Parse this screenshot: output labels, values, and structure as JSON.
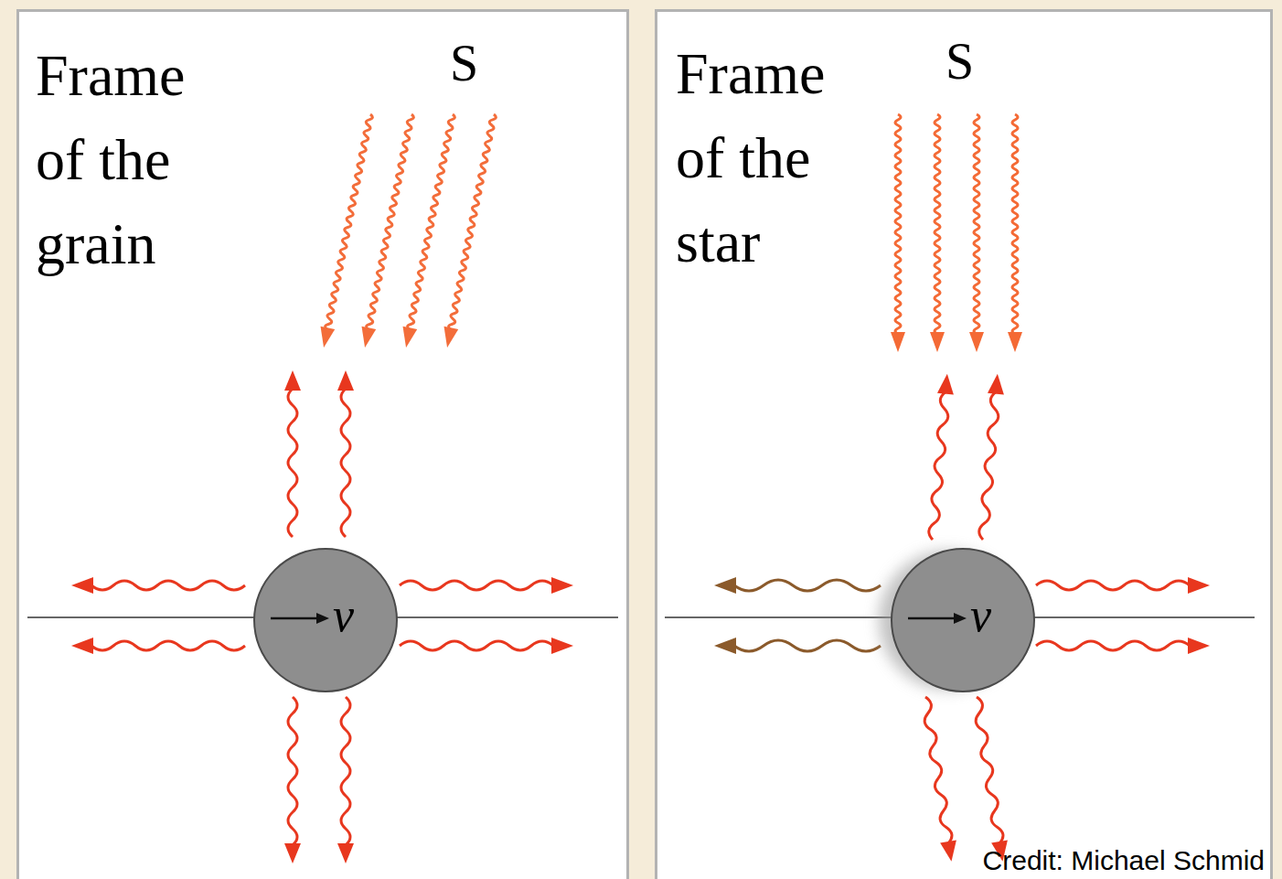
{
  "diagram": {
    "nodes": [
      {
        "text": [
          "Frame of the grain",
          "S"
        ]
      },
      {
        "text": [
          "v"
        ],
        "in": 0
      },
      {
        "text": [
          "Frame of the star",
          "S"
        ]
      },
      {
        "text": [
          "v"
        ],
        "in": 2
      }
    ],
    "labels": [
      "Credit: Michael Schmid"
    ]
  }
}
